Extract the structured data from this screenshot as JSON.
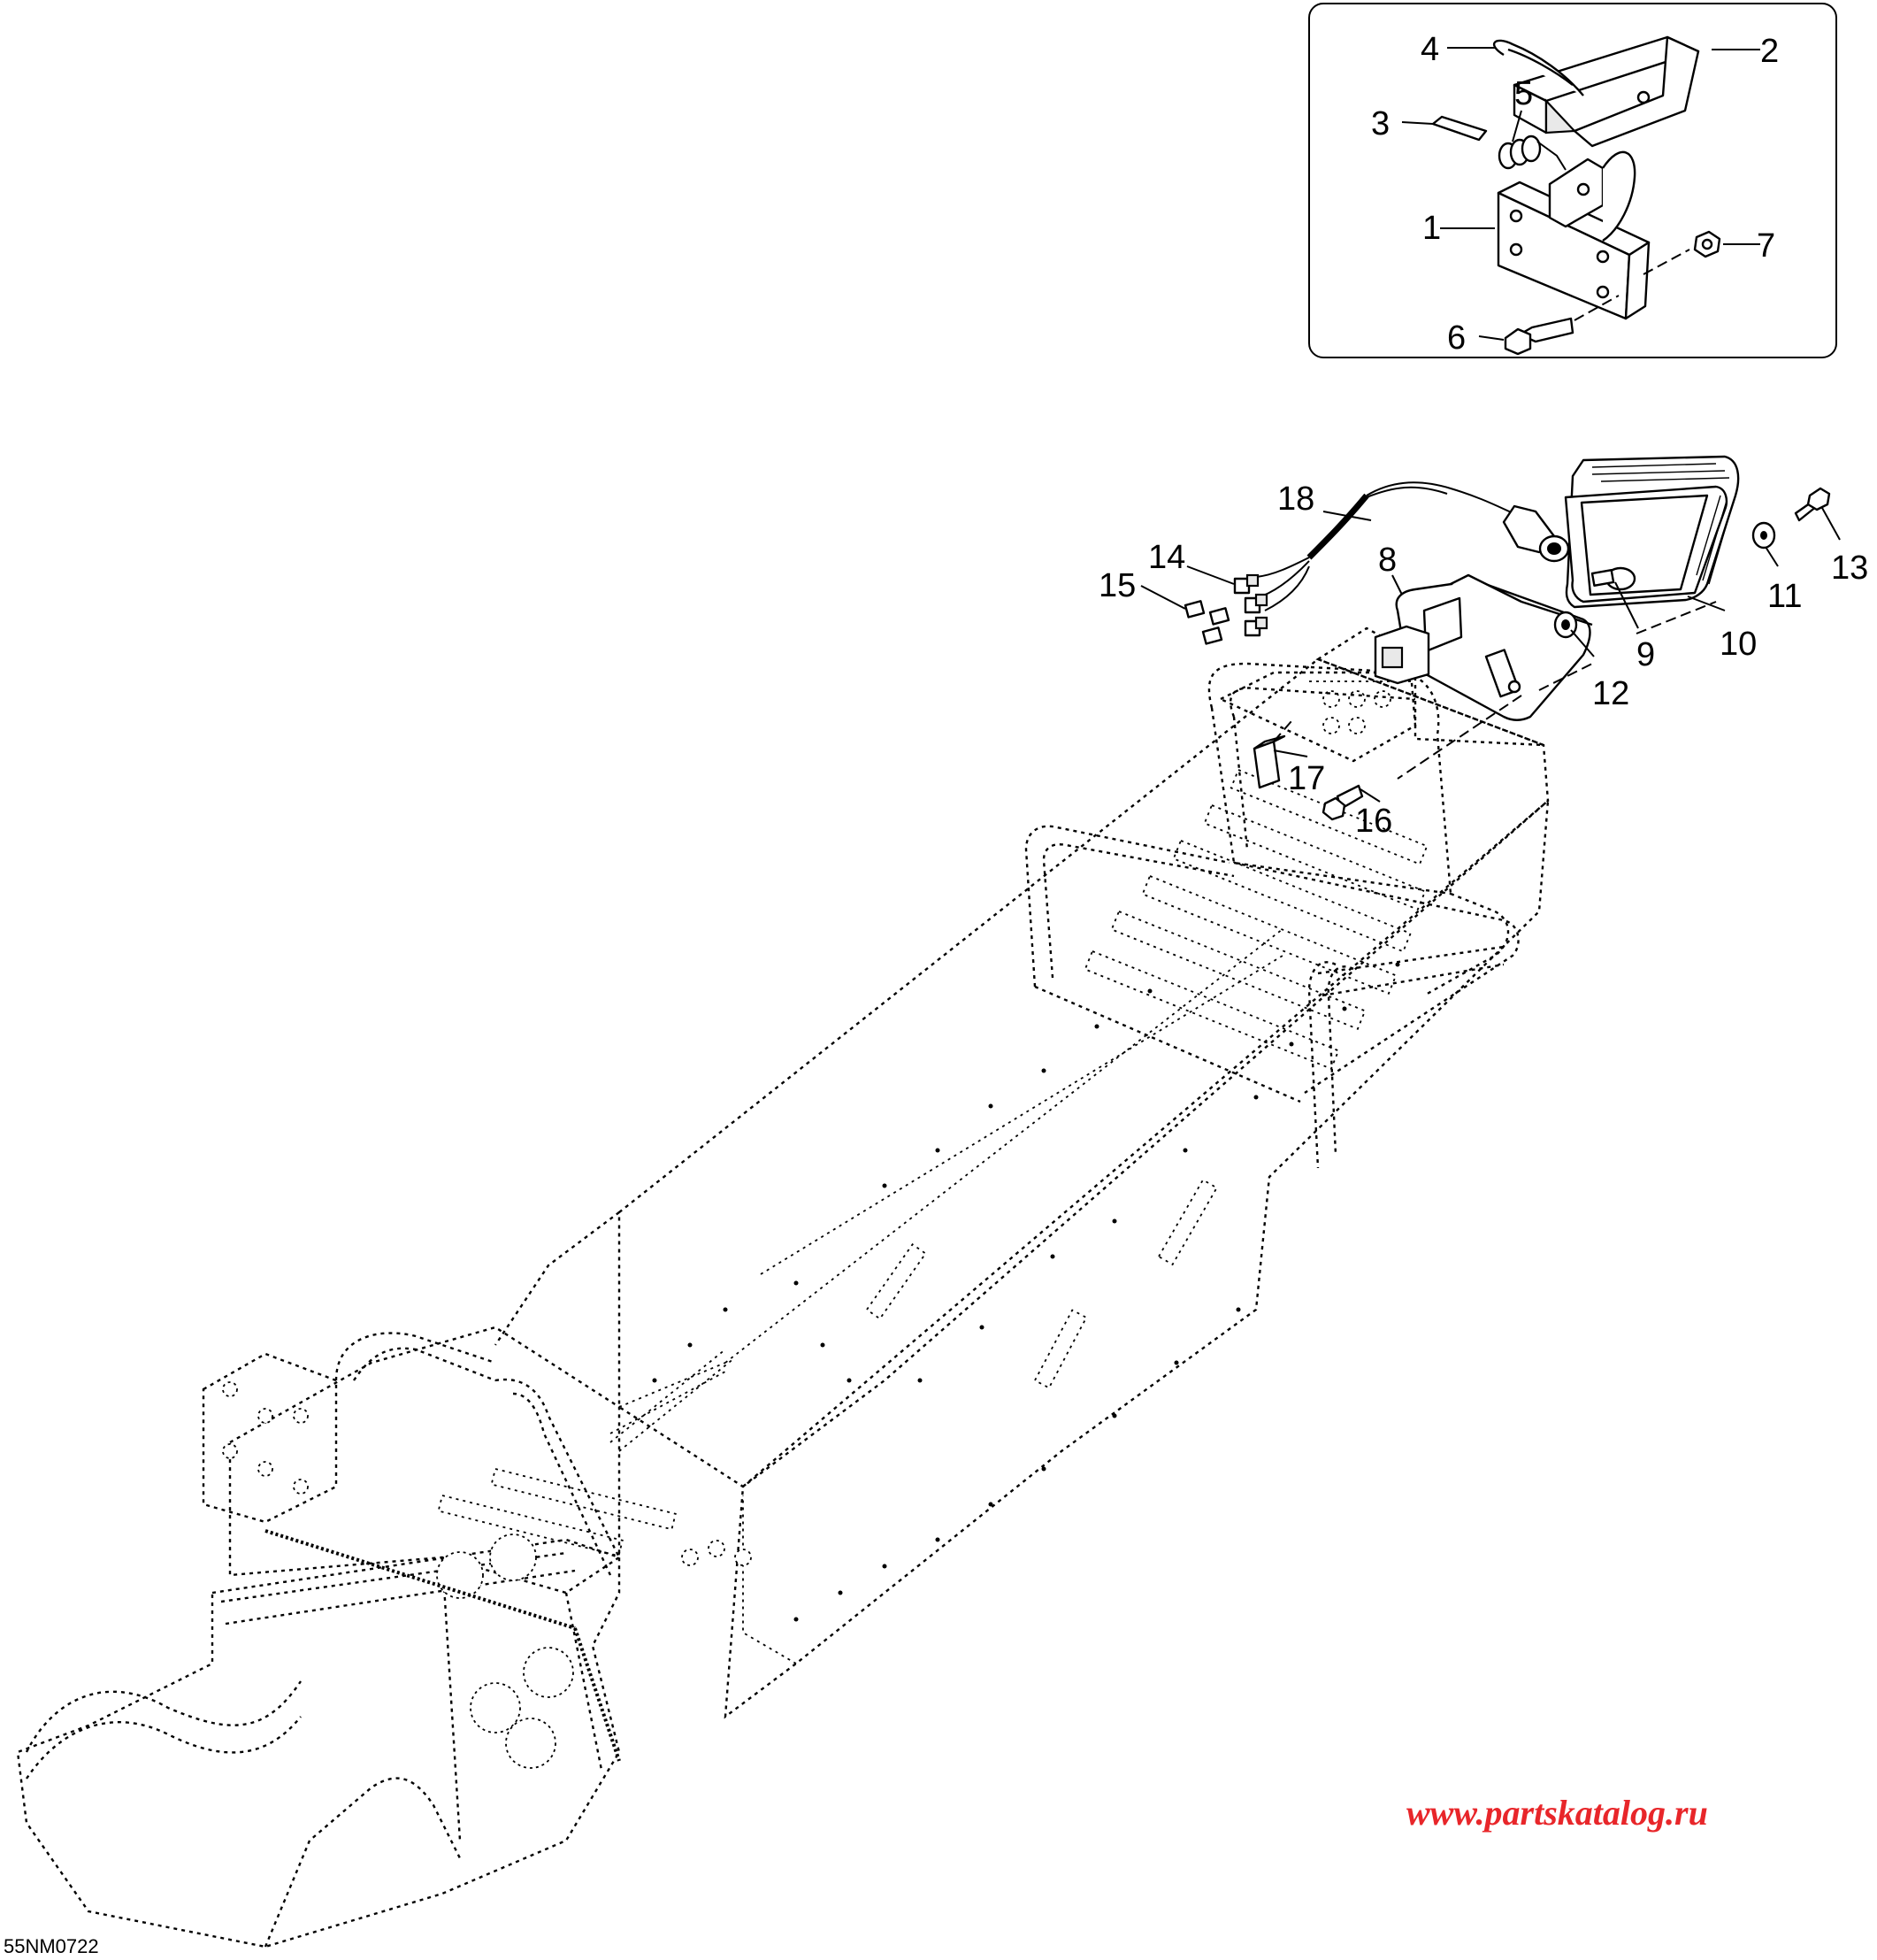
{
  "diagram_code": "55NM0722",
  "watermark": "www.partskatalog.ru",
  "callouts": [
    {
      "id": "1",
      "label": "1"
    },
    {
      "id": "2",
      "label": "2"
    },
    {
      "id": "3",
      "label": "3"
    },
    {
      "id": "4",
      "label": "4"
    },
    {
      "id": "5",
      "label": "5"
    },
    {
      "id": "6",
      "label": "6"
    },
    {
      "id": "7",
      "label": "7"
    },
    {
      "id": "8",
      "label": "8"
    },
    {
      "id": "9",
      "label": "9"
    },
    {
      "id": "10",
      "label": "10"
    },
    {
      "id": "11",
      "label": "11"
    },
    {
      "id": "12",
      "label": "12"
    },
    {
      "id": "13",
      "label": "13"
    },
    {
      "id": "14",
      "label": "14"
    },
    {
      "id": "15",
      "label": "15"
    },
    {
      "id": "16",
      "label": "16"
    },
    {
      "id": "17",
      "label": "17"
    },
    {
      "id": "18",
      "label": "18"
    }
  ],
  "colors": {
    "watermark": "#e8262a",
    "line": "#000000",
    "background": "#ffffff"
  }
}
